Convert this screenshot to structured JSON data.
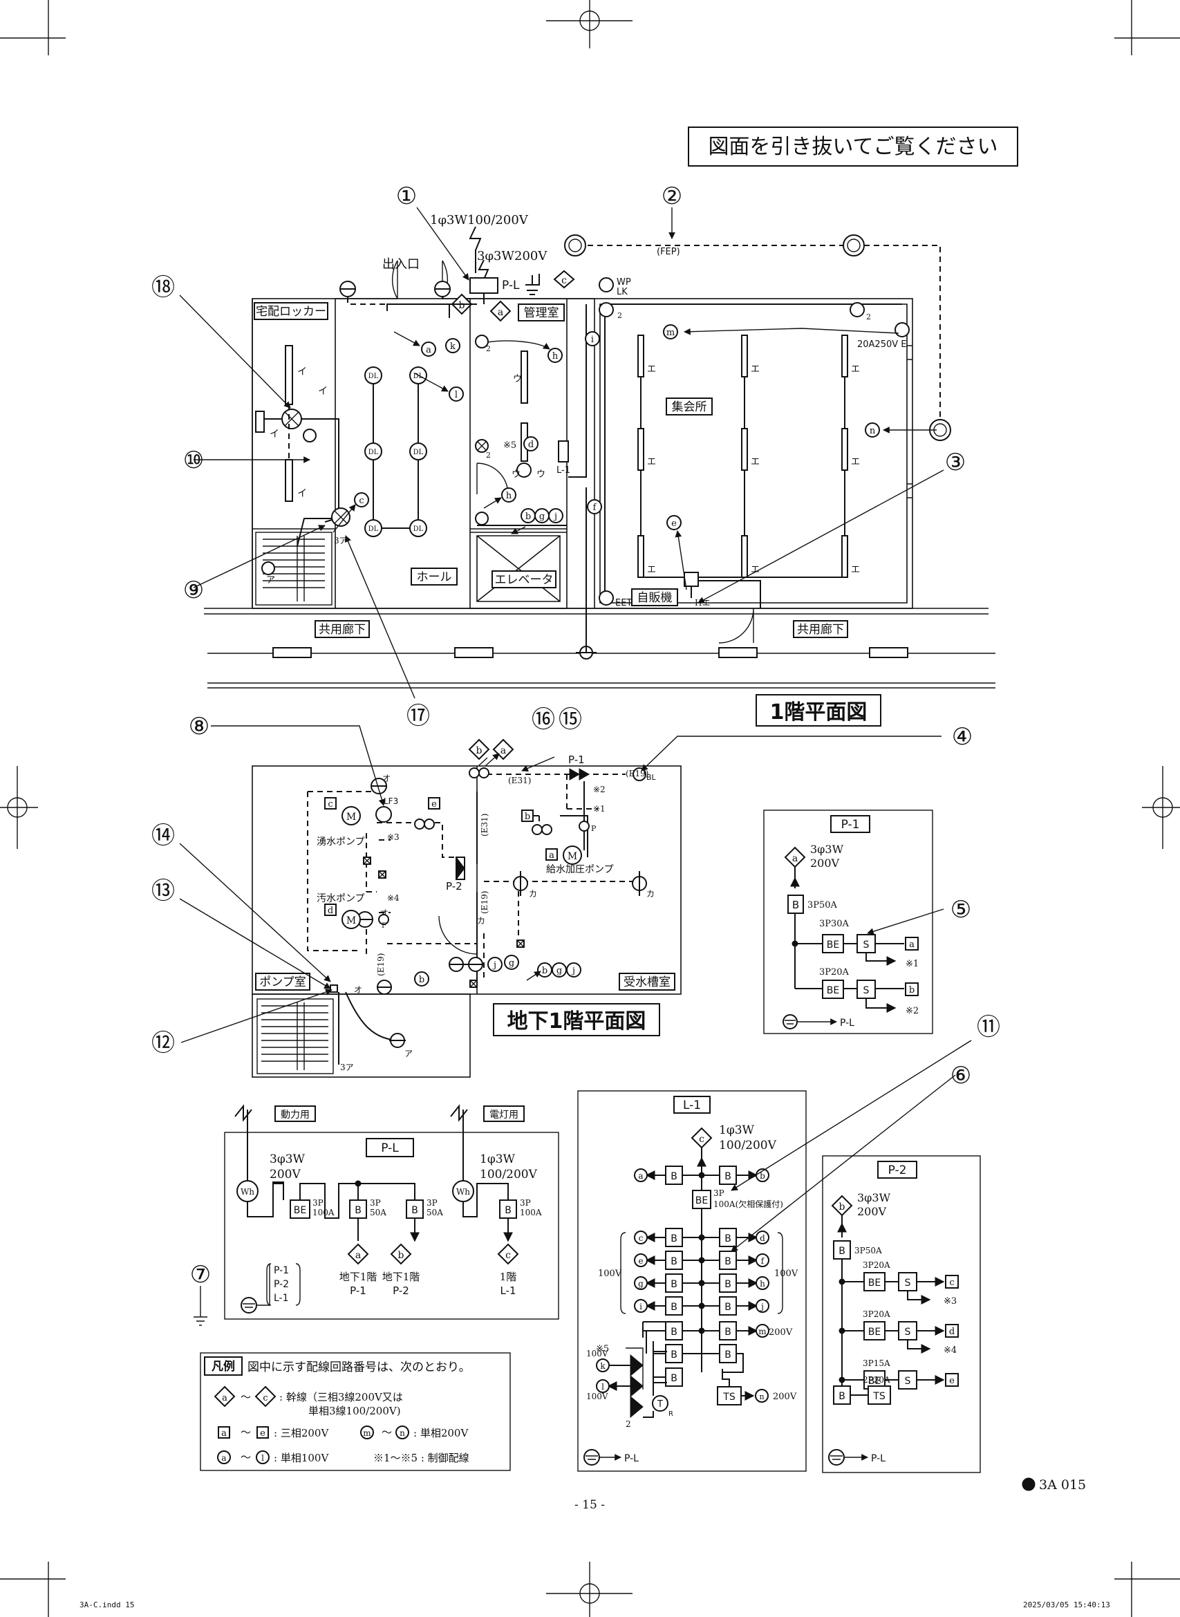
{
  "header": {
    "instruction": "図面を引き抜いてご覧ください"
  },
  "numbers": [
    "①",
    "②",
    "③",
    "④",
    "⑤",
    "⑥",
    "⑦",
    "⑧",
    "⑨",
    "⑩",
    "⑪",
    "⑫",
    "⑬",
    "⑭",
    "⑮",
    "⑯",
    "⑰",
    "⑱"
  ],
  "floor1": {
    "title": "1階平面図",
    "supply_1phase": "1φ3W100/200V",
    "supply_3phase": "3φ3W200V",
    "panel_label": "P-L",
    "fep": "(FEP)",
    "rooms": {
      "entrance": "出入口",
      "locker": "宅配ロッカー",
      "office": "管理室",
      "hall_meeting": "集会所",
      "hall": "ホール",
      "elevator": "エレベータ",
      "vending": "自販機",
      "corridor_left": "共用廊下",
      "corridor_right": "共用廊下"
    },
    "outlet_wp": "WP",
    "outlet_lk": "LK",
    "outlet_20a": "20A250V E",
    "outlet_eet": "EET",
    "outlet_he": "Hエ",
    "panel_l1": "L-1",
    "note5": "※5",
    "lum_i": "イ",
    "lum_u": "ウ",
    "lum_e": "エ",
    "lum_a": "ア",
    "sw_3a": "3ア",
    "dl": "DL",
    "two": "2"
  },
  "basement": {
    "title": "地下1階平面図",
    "rooms": {
      "pump": "ポンプ室",
      "tank": "受水槽室"
    },
    "p1": "P-1",
    "p2": "P-2",
    "pumps": {
      "drain": "湧水ポンプ",
      "sewage": "汚水ポンプ",
      "booster": "給水加圧ポンプ"
    },
    "lf3": "LF3",
    "bl": "BL",
    "e31a": "(E31)",
    "e31b": "(E31)",
    "e19a": "(E19)",
    "e19b": "(E19)",
    "e19c": "(E19)",
    "n1": "※1",
    "n2": "※2",
    "n3": "※3",
    "n4": "※4",
    "lum_o": "オ",
    "lum_ka": "カ",
    "lum_a": "ア",
    "sw_3a": "3ア",
    "f": "F",
    "p": "P"
  },
  "p1_panel": {
    "title": "P-1",
    "supply": "3φ3W",
    "volt": "200V",
    "main": "3P50A",
    "br1": "3P30A",
    "br2": "3P20A",
    "be": "BE",
    "b": "B",
    "s": "S",
    "n1": "※1",
    "n2": "※2",
    "earth": "P-L"
  },
  "pl_panel": {
    "title": "P-L",
    "power_use": "動力用",
    "light_use": "電灯用",
    "wh": "Wh",
    "sup3": "3φ3W",
    "v3": "200V",
    "sup1": "1φ3W",
    "v1": "100/200V",
    "be": "BE",
    "b": "B",
    "rating_3p": "3P",
    "r100": "100A",
    "r50": "50A",
    "dest_a1": "地下1階",
    "dest_a2": "P-1",
    "dest_b1": "地下1階",
    "dest_b2": "P-2",
    "dest_c1": "1階",
    "dest_c2": "L-1",
    "earth1": "P-1",
    "earth2": "P-2",
    "earth3": "L-1"
  },
  "l1_panel": {
    "title": "L-1",
    "supply": "1φ3W",
    "volt": "100/200V",
    "main_3p": "3P",
    "main_rating": "100A(欠相保護付)",
    "be": "BE",
    "b": "B",
    "ts": "TS",
    "t": "T",
    "r": "R",
    "v100": "100V",
    "v200": "200V",
    "n5": "※5",
    "earth": "P-L",
    "two": "2"
  },
  "p2_panel": {
    "title": "P-2",
    "supply": "3φ3W",
    "volt": "200V",
    "main": "3P50A",
    "br1": "3P20A",
    "br2": "3P20A",
    "br3": "3P15A",
    "br4": "2P20A",
    "be": "BE",
    "b": "B",
    "s": "S",
    "ts": "TS",
    "n3": "※3",
    "n4": "※4",
    "earth": "P-L"
  },
  "legend": {
    "title": "凡例",
    "intro": "図中に示す配線回路番号は、次のとおり。",
    "trunk_range": "～",
    "trunk_desc1": ": 幹線（三相3線200V又は",
    "trunk_desc2": "単相3線100/200V)",
    "three_phase": ": 三相200V",
    "single200": ": 単相200V",
    "single100": ": 単相100V",
    "control": "※1～※5 : 制御配線"
  },
  "footer": {
    "page": "- 15 -",
    "code": "3A 015",
    "file": "3A-C.indd 15",
    "stamp": "2025/03/05 15:40:13"
  }
}
